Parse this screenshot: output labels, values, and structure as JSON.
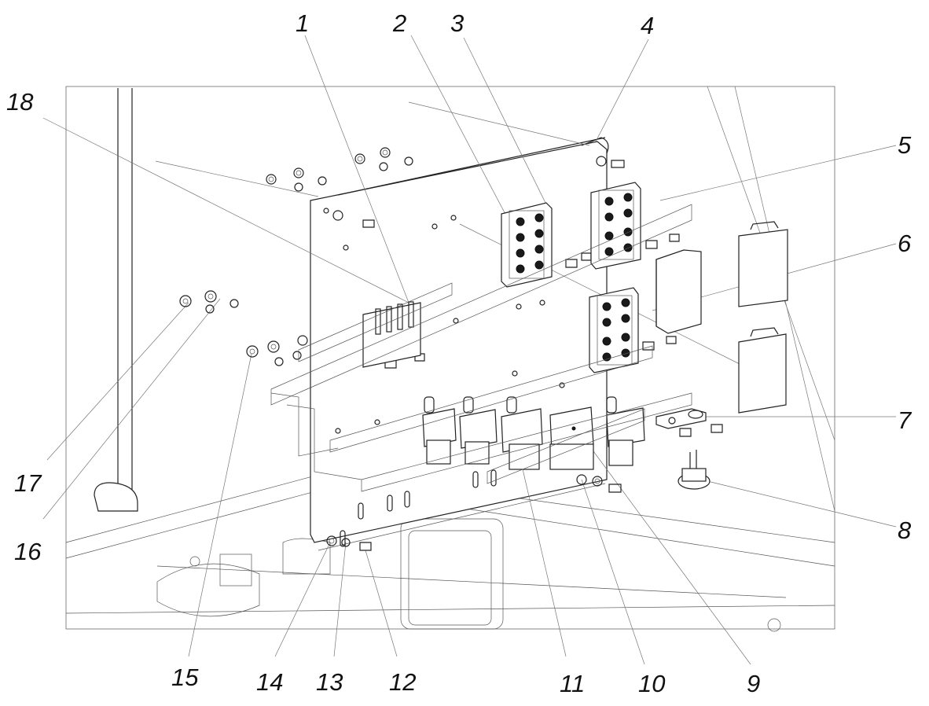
{
  "callouts": [
    {
      "id": "1",
      "label": "1"
    },
    {
      "id": "2",
      "label": "2"
    },
    {
      "id": "3",
      "label": "3"
    },
    {
      "id": "4",
      "label": "4"
    },
    {
      "id": "5",
      "label": "5"
    },
    {
      "id": "6",
      "label": "6"
    },
    {
      "id": "7",
      "label": "7"
    },
    {
      "id": "8",
      "label": "8"
    },
    {
      "id": "9",
      "label": "9"
    },
    {
      "id": "10",
      "label": "10"
    },
    {
      "id": "11",
      "label": "11"
    },
    {
      "id": "12",
      "label": "12"
    },
    {
      "id": "13",
      "label": "13"
    },
    {
      "id": "14",
      "label": "14"
    },
    {
      "id": "15",
      "label": "15"
    },
    {
      "id": "16",
      "label": "16"
    },
    {
      "id": "17",
      "label": "17"
    },
    {
      "id": "18",
      "label": "18"
    }
  ],
  "colors": {
    "ink": "#111111",
    "background": "#ffffff"
  }
}
